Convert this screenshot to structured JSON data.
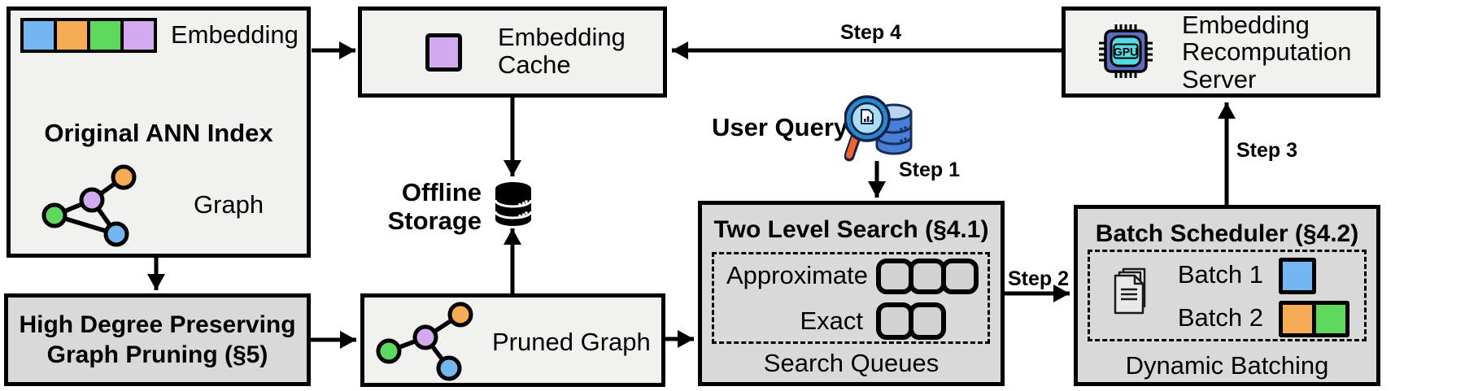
{
  "diagram": {
    "ann_index": {
      "embedding_label": "Embedding",
      "title": "Original ANN Index",
      "graph_label": "Graph"
    },
    "embedding_cache": {
      "line1": "Embedding",
      "line2": "Cache"
    },
    "recomputation_server": {
      "line1": "Embedding",
      "line2": "Recomputation",
      "line3": "Server",
      "chip_label": "GPU"
    },
    "offline_storage": {
      "line1": "Offline",
      "line2": "Storage"
    },
    "graph_pruning": {
      "line1": "High Degree Preserving",
      "line2": "Graph Pruning (§5)"
    },
    "pruned_graph": {
      "label": "Pruned Graph"
    },
    "user_query": {
      "label": "User Query"
    },
    "two_level_search": {
      "title": "Two Level Search (§4.1)",
      "approximate_label": "Approximate",
      "approximate_queue_slots": 3,
      "exact_label": "Exact",
      "exact_queue_slots": 2,
      "caption": "Search Queues"
    },
    "batch_scheduler": {
      "title": "Batch Scheduler (§4.2)",
      "batch1_label": "Batch 1",
      "batch2_label": "Batch 2",
      "caption": "Dynamic Batching"
    },
    "steps": {
      "step1": "Step 1",
      "step2": "Step 2",
      "step3": "Step 3",
      "step4": "Step 4"
    },
    "colors": {
      "box_light": "#f1f1ef",
      "box_gray": "#d9d9d9",
      "queue_fill": "#d2d2d2",
      "node_blue": "#74b6f2",
      "node_orange": "#f6ac54",
      "node_green": "#5ed95e",
      "node_purple": "#d3a9f0",
      "chip_body": "#5c6cc0",
      "chip_core": "#55dce3",
      "magnifier_rim": "#2e86c8",
      "magnifier_lens": "#aadcf2",
      "handle_orange": "#f4652e",
      "query_db_fill": "#4a7fd8",
      "query_db_top": "#b8d4f0"
    }
  }
}
